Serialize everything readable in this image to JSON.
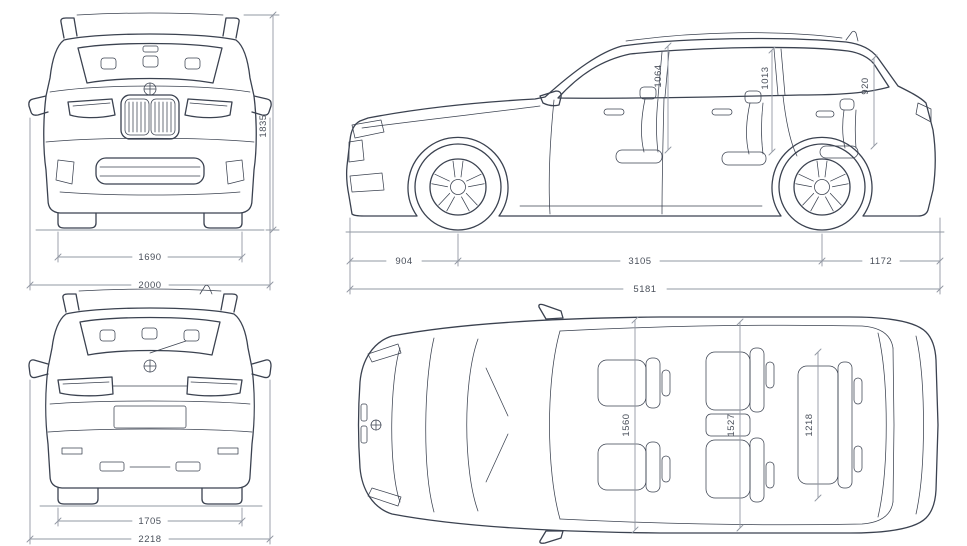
{
  "colors": {
    "background": "#ffffff",
    "car_line": "#3b4250",
    "dim_line": "#9298a3",
    "dim_text": "#4a505b"
  },
  "views": {
    "front": {
      "dims": {
        "height": "1835",
        "track": "1690",
        "width": "2000"
      }
    },
    "side": {
      "dims": {
        "headroom_front": "1064",
        "headroom_middle": "1013",
        "headroom_rear": "920",
        "front_overhang": "904",
        "wheelbase": "3105",
        "rear_overhang": "1172",
        "length": "5181"
      }
    },
    "rear": {
      "dims": {
        "track": "1705",
        "width_mirrors": "2218"
      }
    },
    "top": {
      "dims": {
        "interior_front": "1560",
        "interior_middle": "1527",
        "interior_rear": "1218"
      }
    }
  }
}
